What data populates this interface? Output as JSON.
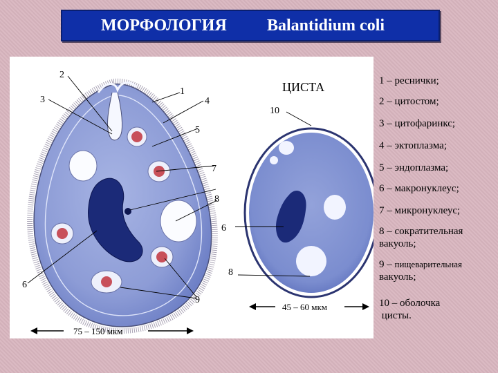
{
  "title": {
    "left": "МОРФОЛОГИЯ",
    "right": "Balantidium coli"
  },
  "cyst_label": "ЦИСТА",
  "markers": {
    "m1": "1",
    "m2": "2",
    "m3": "3",
    "m4": "4",
    "m5": "5",
    "m6a": "6",
    "m6b": "6",
    "m7": "7",
    "m8a": "8",
    "m8b": "8",
    "m9": "9",
    "m10": "10"
  },
  "scale": {
    "trophozoite": "75 – 150 мкм",
    "cyst": "45 – 60 мкм"
  },
  "legend": [
    {
      "line1": "1 – реснички;"
    },
    {
      "line1": "2 – цитостом;"
    },
    {
      "line1": "3 – цитофаринкс;"
    },
    {
      "line1": "4 – эктоплазма;"
    },
    {
      "line1": "5 – эндоплазма;"
    },
    {
      "line1": "6 – макронуклеус;"
    },
    {
      "line1": "7 – микронуклеус;"
    },
    {
      "line1": "8 – сократительная",
      "line2": "вакуоль;"
    },
    {
      "line1": "9 – ",
      "line1b": "пищеварительная",
      "line2": "вакуоль;"
    },
    {
      "line1": "10 – оболочка",
      "line2": "цисты."
    }
  ],
  "colors": {
    "title_bg": "#0f2fa8",
    "cell_fill": "#8f9fd8",
    "nucleus": "#1b2a78",
    "food_vacuole": "#c8505a"
  }
}
